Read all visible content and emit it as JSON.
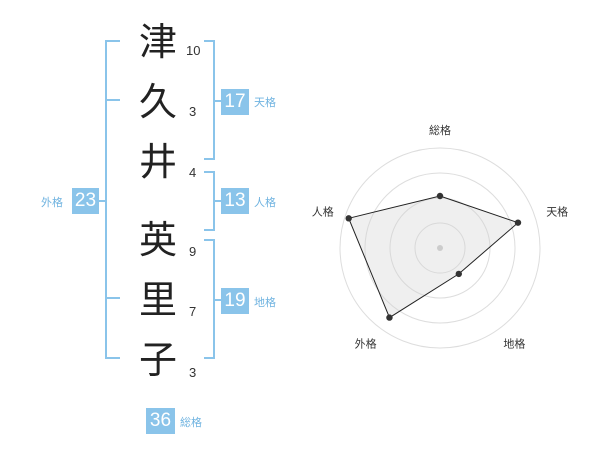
{
  "name_chars": [
    {
      "char": "津",
      "strokes": "10"
    },
    {
      "char": "久",
      "strokes": "3"
    },
    {
      "char": "井",
      "strokes": "4"
    },
    {
      "char": "英",
      "strokes": "9"
    },
    {
      "char": "里",
      "strokes": "7"
    },
    {
      "char": "子",
      "strokes": "3"
    }
  ],
  "kakusu": {
    "tenkaku": {
      "value": "17",
      "label": "天格"
    },
    "jinkaku": {
      "value": "13",
      "label": "人格"
    },
    "chikaku": {
      "value": "19",
      "label": "地格"
    },
    "gaikaku": {
      "value": "23",
      "label": "外格"
    },
    "soukaku": {
      "value": "36",
      "label": "総格"
    }
  },
  "colors": {
    "accent": "#8ac4ea",
    "label": "#6fb3e0"
  },
  "chart_data": {
    "type": "radar",
    "axes": [
      "総格",
      "天格",
      "地格",
      "外格",
      "人格"
    ],
    "scale_max": 5,
    "rings": 4,
    "values": [
      2.6,
      4.1,
      1.6,
      4.3,
      4.8
    ]
  }
}
